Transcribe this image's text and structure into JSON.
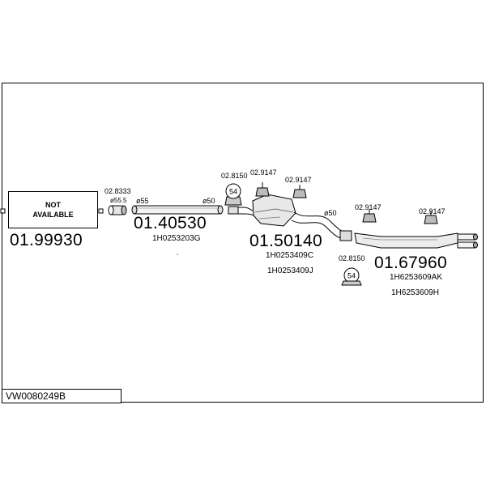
{
  "diagram_code": "VW0080249B",
  "not_available": {
    "line1": "NOT",
    "line2": "AVAILABLE"
  },
  "parts": {
    "p1": {
      "number": "01.99930"
    },
    "p2": {
      "number": "01.40530",
      "ref": "1H0253203G"
    },
    "p3": {
      "number": "01.50140",
      "ref1": "1H0253409C",
      "ref2": "1H0253409J"
    },
    "p4": {
      "number": "01.67960",
      "ref1": "1H6253609AK",
      "ref2": "1H6253609H"
    }
  },
  "accessories": {
    "clamp_ring": "02.8333",
    "clamp_ring_dia": "ø55.5",
    "rubber_mount_a": "02.8150",
    "hanger_a": "02.9147",
    "hanger_b": "02.9147",
    "rubber_mount_b": "02.8150",
    "hanger_c": "02.9147",
    "hanger_d": "02.9147",
    "mount_badge": "54"
  },
  "diameters": {
    "d1": "ø55",
    "d2": "ø50",
    "d3": "ø50"
  }
}
